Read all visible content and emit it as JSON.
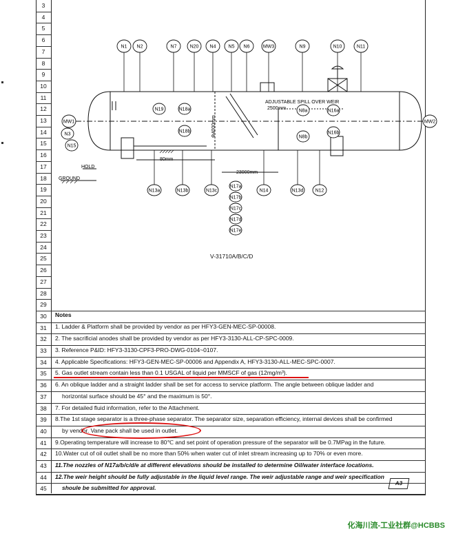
{
  "drawing": {
    "vessel_tag": "V-31710A/B/C/D",
    "top_nozzles": [
      "N1",
      "N2",
      "N7",
      "N20",
      "N4",
      "N5",
      "N6",
      "MW3",
      "N9",
      "N10",
      "N11"
    ],
    "side_nozzles_left": [
      "MW1",
      "N3",
      "N15"
    ],
    "side_nozzle_right": "MW2",
    "internal_nozzles": [
      "N19",
      "N18a",
      "N18b",
      "N16a",
      "N8a",
      "N8b",
      "N16b"
    ],
    "bottom_nozzles": [
      "N13a",
      "N13b",
      "N13c",
      "N14",
      "N13d",
      "N12"
    ],
    "vertical_nozzles": [
      "N17a",
      "N17b",
      "N17c",
      "N17d",
      "N17e"
    ],
    "labels": {
      "spill": "ADJUSTABLE SPILL OVER WEIR",
      "spill_dim": "2500mm",
      "diameter": "Φ4000mm",
      "boot_dim": "80mm",
      "length": "23000mm",
      "hold": "HOLD",
      "ground": "GROUND"
    }
  },
  "rows": [
    3,
    4,
    5,
    6,
    7,
    8,
    9,
    10,
    11,
    12,
    13,
    14,
    15,
    16,
    17,
    18,
    19,
    20,
    21,
    22,
    23,
    24,
    25,
    26,
    27,
    28,
    29,
    30,
    31,
    32,
    33,
    34,
    35,
    36,
    37,
    38,
    39,
    40,
    41,
    42,
    43,
    44,
    45
  ],
  "notes_title": "Notes",
  "notes": {
    "n31": "1. Ladder & Platform shall be provided by vendor as per HFY3-GEN-MEC-SP-00008.",
    "n32": "2. The sacrificial anodes shall be provided by vendor as per HFY3-3130-ALL-CP-SPC-0009.",
    "n33": "3. Reference P&ID: HFY3-3130-CPF3-PRO-DWG-0104~0107.",
    "n34": "4. Applicable Specifications: HFY3-GEN-MEC-SP-00006 and Appendix A, HFY3-3130-ALL-MEC-SPC-0007.",
    "n35": "5. Gas outlet stream contain less than 0.1 USGAL of liquid per MMSCF of gas (12mg/m³).",
    "n36": "6. An oblique ladder and a straight ladder shall be set for access to service platform. The angle between oblique ladder and",
    "n37": "horizontal surface should be 45° and the maximum is 50°.",
    "n38": "7. For detailed fluid information, refer to the Attachment.",
    "n39": "8.The 1st stage separator is a three-phase separator. The separator size, separation efficiency, internal devices shall be confirmed",
    "n40": "by vendor. Vane pack shall be used in outlet.",
    "n41": "9.Operating temperature will increase to 80℃ and set point of operation pressure of the separator will be 0.7MPag in the future.",
    "n42": "10.Water cut of oil outlet shall be no more than 50% when water cut of inlet stream increasing up to 70% or even more.",
    "n43": "11.The nozzles of N17a/b/c/d/e at different elevations should be installed to determine Oil/water interface locations.",
    "n44": "12.The weir height should be fully adjustable in the liquid level range. The weir adjustable range and weir specification",
    "n45": "shoule be submitted for approval."
  },
  "sheet_tag": "A3",
  "watermark": "化海川流-工业社群@HCBBS",
  "colors": {
    "annotation_red": "#d11111",
    "watermark_green": "#2a8a2a"
  }
}
